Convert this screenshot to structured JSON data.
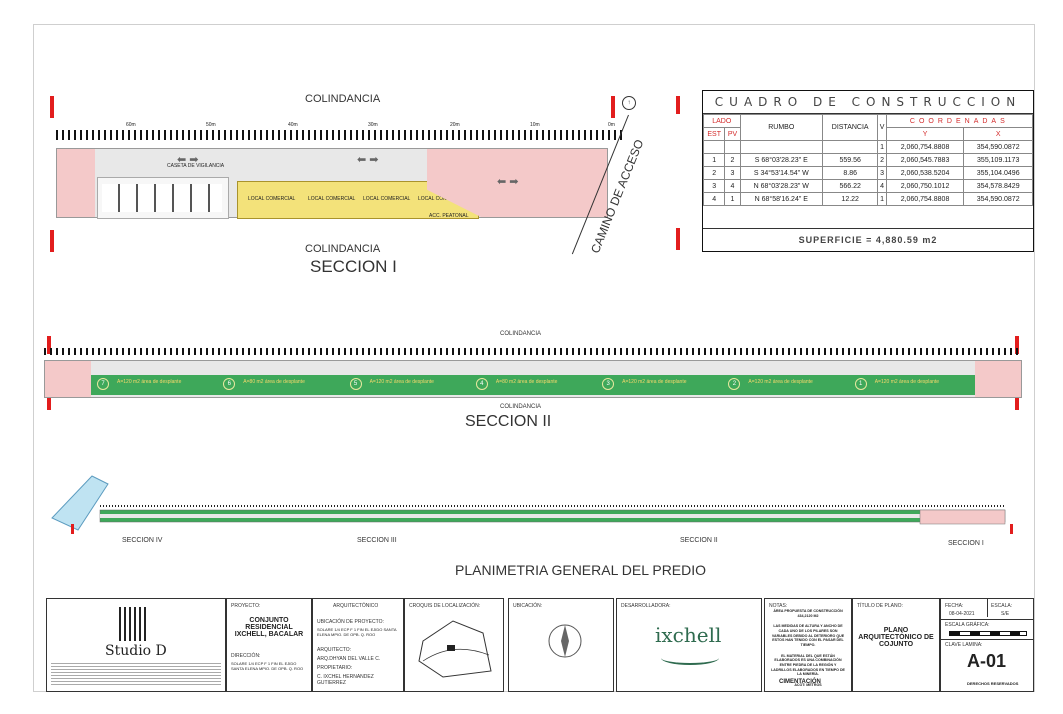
{
  "section1": {
    "top_label": "COLINDANCIA",
    "bottom_label": "COLINDANCIA",
    "title": "SECCION I",
    "road_label": "CAMINO DE ACCESO",
    "ruler_marks": [
      "60m",
      "50m",
      "40m",
      "30m",
      "20m",
      "10m",
      "0m"
    ],
    "lots": [
      "LOCAL COMERCIAL",
      "LOCAL COMERCIAL",
      "LOCAL COMERCIAL",
      "LOCAL COMERCIAL"
    ],
    "access_label": "ACC. PEATONAL",
    "guard_label": "CASETA DE VIGILANCIA"
  },
  "table": {
    "title": "CUADRO DE CONSTRUCCION",
    "headers": {
      "lado": "LADO",
      "est": "EST",
      "pv": "PV",
      "rumbo": "RUMBO",
      "distancia": "DISTANCIA",
      "v": "V",
      "coords": "COORDENADAS",
      "y": "Y",
      "x": "X"
    },
    "rows": [
      {
        "est": "",
        "pv": "",
        "rumbo": "",
        "dist": "",
        "v": "1",
        "y": "2,060,754.8808",
        "x": "354,590.0872"
      },
      {
        "est": "1",
        "pv": "2",
        "rumbo": "S 68°03'28.23\" E",
        "dist": "559.56",
        "v": "2",
        "y": "2,060,545.7883",
        "x": "355,109.1173"
      },
      {
        "est": "2",
        "pv": "3",
        "rumbo": "S 34°53'14.54\" W",
        "dist": "8.86",
        "v": "3",
        "y": "2,060,538.5204",
        "x": "355,104.0496"
      },
      {
        "est": "3",
        "pv": "4",
        "rumbo": "N 68°03'28.23\" W",
        "dist": "566.22",
        "v": "4",
        "y": "2,060,750.1012",
        "x": "354,578.8429"
      },
      {
        "est": "4",
        "pv": "1",
        "rumbo": "N 68°58'16.24\" E",
        "dist": "12.22",
        "v": "1",
        "y": "2,060,754.8808",
        "x": "354,590.0872"
      }
    ],
    "superficie": "SUPERFICIE = 4,880.59 m2"
  },
  "section2": {
    "top_label": "COLINDANCIA",
    "bottom_label": "COLINDANCIA",
    "title": "SECCION  II",
    "lots": [
      {
        "num": "7",
        "area": "A=120 m2 área de desplante"
      },
      {
        "num": "6",
        "area": "A=80 m2 área de desplante"
      },
      {
        "num": "5",
        "area": "A=120 m2 área de desplante"
      },
      {
        "num": "4",
        "area": "A=80 m2 área de desplante"
      },
      {
        "num": "3",
        "area": "A=120 m2 área de desplante"
      },
      {
        "num": "2",
        "area": "A=120 m2 área de desplante"
      },
      {
        "num": "1",
        "area": "A=120 m2 área de desplante"
      }
    ]
  },
  "planimetry": {
    "labels": [
      "SECCION IV",
      "SECCION III",
      "SECCION II",
      "SECCION I"
    ],
    "title": "PLANIMETRIA GENERAL DEL PREDIO"
  },
  "titleblock": {
    "brand": "Studio D",
    "project_label": "PROYECTO:",
    "project_name": "CONJUNTO RESIDENCIAL IXCHELL, BACALAR",
    "address_label": "DIRECCIÓN:",
    "address": "SOLARE 1/4 ECP F 1 FIN EL EJIDO SANTA ELENA MPIO. DE OPB. Q. ROO",
    "arch_label": "ARQUITECTÓNICO",
    "location_label": "UBICACIÓN DE PROYECTO:",
    "location": "SOLARE 1/4 ECP F 1 FIN EL EJIDO SANTA ELENA MPIO. DE OPB. Q. ROO",
    "architect_label": "ARQUITECTO:",
    "architect": "ARQ.DHYAN DEL VALLE C.",
    "owner_label": "PROPIETARIO:",
    "owner": "C. IXCHEL HERNANDEZ GUTIERREZ",
    "croquis_label": "CROQUIS DE LOCALIZACIÓN:",
    "ubicacion_label": "UBICACIÓN:",
    "developer_label": "DESARROLLADORA:",
    "developer": "ixchell",
    "notes_label": "NOTAS:",
    "notes": [
      "ÁREA PROPUESTA DE CONSTRUCCIÓN 434,2120 M2",
      "LAS MEDIDAS DE ALTURA Y ANCHO DE CADA UNO DE LOS PILARES SON VARIABLES DEBIDO AL DETERIORO QUE ESTOS HAN TENIDO CON EL PASAR DEL TIEMPO.",
      "EL MATERIAL DEL QUE ESTÁN ELABORADOS ES UNA COMBINACIÓN ENTRE PIEDRA DE LA REGIÓN Y LADRILLOS ELABORADOS EN TIEMPO DE LA MINERÍA."
    ],
    "acot": "ACOT: METROS",
    "cimentacion": "CIMENTACIÓN",
    "plan_title_label": "TÍTULO DE PLANO:",
    "plan_title": "PLANO ARQUITECTÓNICO DE COJUNTO",
    "date_label": "FECHA:",
    "date": "08-04-2021",
    "scale_label": "ESCALA:",
    "scale": "S/E",
    "graphic_scale_label": "ESCALA GRÁFICA:",
    "sheet_key_label": "CLAVE LAMINA:",
    "sheet_key": "A-01",
    "rights": "DERECHOS RESERVADOS"
  },
  "colors": {
    "green": "#3ea85a",
    "red": "#e21d1d",
    "pink": "#f4c9c9",
    "gray": "#d6d6d6",
    "yellow": "#f3e27a"
  }
}
